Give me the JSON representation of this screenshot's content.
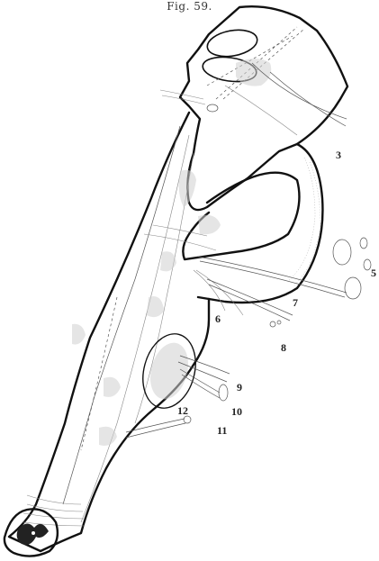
{
  "caption": "Fig. 59.",
  "labels": {
    "l3": "3",
    "l5": "5",
    "l6": "6",
    "l7": "7",
    "l8": "8",
    "l9": "9",
    "l10": "10",
    "l11": "11",
    "l12": "12"
  }
}
